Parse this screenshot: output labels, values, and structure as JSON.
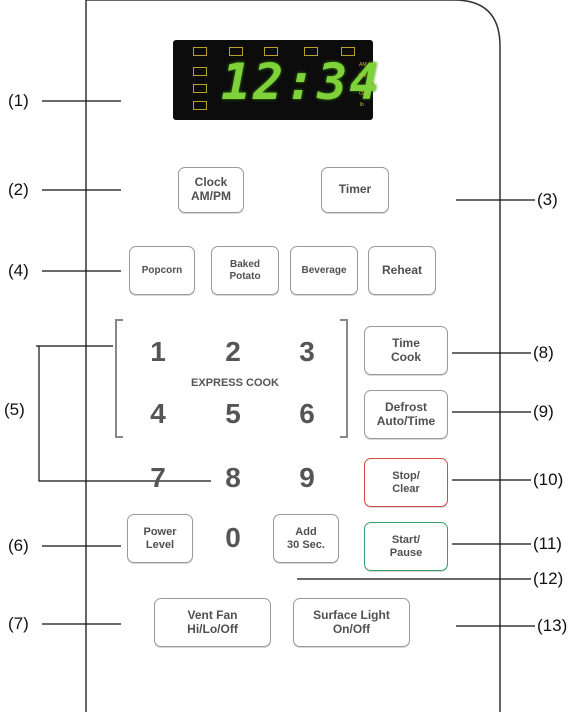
{
  "callouts": [
    "(1)",
    "(2)",
    "(3)",
    "(4)",
    "(5)",
    "(6)",
    "(7)",
    "(8)",
    "(9)",
    "(10)",
    "(11)",
    "(12)",
    "(13)"
  ],
  "display": {
    "time": "12:34",
    "indicators": [
      "AM",
      "PM",
      "OZ",
      "lb"
    ],
    "digit_color": "#7fd23a",
    "icons": [
      "fan-icon",
      "popcorn-icon",
      "timer-icon",
      "light-icon",
      "lock-icon",
      "clock-icon",
      "cook-icon",
      "weight-icon"
    ]
  },
  "buttons": {
    "clock": "Clock\nAM/PM",
    "timer": "Timer",
    "popcorn": "Popcorn",
    "baked_potato": "Baked\nPotato",
    "beverage": "Beverage",
    "reheat": "Reheat",
    "time_cook": "Time\nCook",
    "defrost": "Defrost\nAuto/Time",
    "stop_clear": "Stop/\nClear",
    "start_pause": "Start/\nPause",
    "power_level": "Power\nLevel",
    "add_30": "Add\n30 Sec.",
    "vent_fan": "Vent Fan\nHi/Lo/Off",
    "surface_light": "Surface Light\nOn/Off"
  },
  "keypad": {
    "digits": [
      "1",
      "2",
      "3",
      "4",
      "5",
      "6",
      "7",
      "8",
      "9",
      "0"
    ],
    "express_cook": "EXPRESS COOK"
  },
  "colors": {
    "stop_border": "#d24b4b",
    "start_border": "#3aa06a"
  }
}
